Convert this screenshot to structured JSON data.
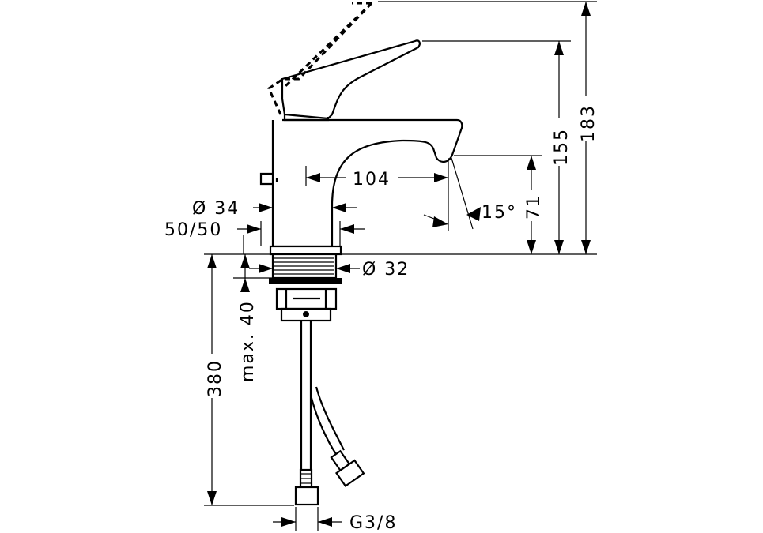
{
  "dimensions": {
    "total_height": "183",
    "lever_height": "155",
    "spout_height": "71",
    "projection": "104",
    "angle": "15°",
    "body_diameter_label": "Ø 34",
    "hole_diameter_label": "Ø 32",
    "drain_range": "50/50",
    "max_thickness": "max. 40",
    "hose_length": "380",
    "thread": "G3/8"
  }
}
